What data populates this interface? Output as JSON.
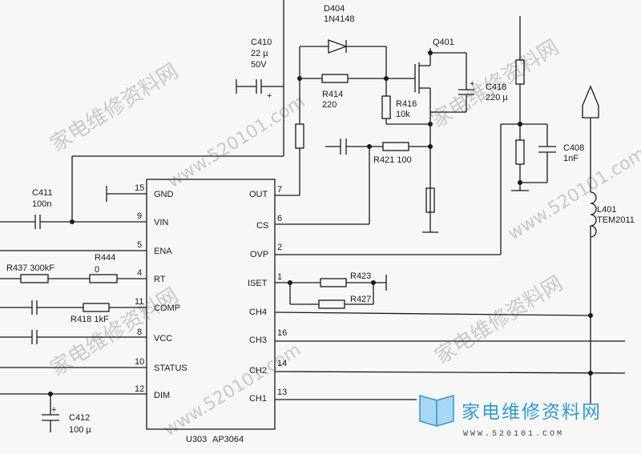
{
  "ic": {
    "ref": "U303",
    "part": "AP3064",
    "left_pins": [
      {
        "name": "GND",
        "num": "15"
      },
      {
        "name": "VIN",
        "num": "9"
      },
      {
        "name": "ENA",
        "num": "5"
      },
      {
        "name": "RT",
        "num": "4"
      },
      {
        "name": "COMP",
        "num": "11"
      },
      {
        "name": "VCC",
        "num": "8"
      },
      {
        "name": "STATUS",
        "num": "10"
      },
      {
        "name": "DIM",
        "num": "12"
      }
    ],
    "right_pins": [
      {
        "name": "OUT",
        "num": "7"
      },
      {
        "name": "CS",
        "num": "6"
      },
      {
        "name": "OVP",
        "num": "2"
      },
      {
        "name": "ISET",
        "num": "1"
      },
      {
        "name": "CH4",
        "num": ""
      },
      {
        "name": "CH3",
        "num": "16"
      },
      {
        "name": "CH2",
        "num": "14"
      },
      {
        "name": "CH1",
        "num": "13"
      }
    ]
  },
  "components": {
    "d404_ref": "D404",
    "d404_val": "1N4148",
    "q401_ref": "Q401",
    "c410_ref": "C410",
    "c410_val1": "22 µ",
    "c410_val2": "50V",
    "r414_ref": "R414",
    "r414_val": "220",
    "r416_ref": "R416",
    "r416_val": "10k",
    "c418_ref": "C418",
    "c418_val": "220 µ",
    "r421": "R421  100",
    "c408_ref": "C408",
    "c408_val": "1nF",
    "l401_ref": "L401",
    "l401_val": "TEM2011",
    "c411_ref": "C411",
    "c411_val": "100n",
    "r437": "R437  300kF",
    "r444_ref": "R444",
    "r444_val": "0",
    "r418": "R418  1kF",
    "r423": "R423",
    "r427": "R427",
    "c412_ref": "C412",
    "c412_val": "100 µ"
  },
  "watermark": {
    "text_cn": "家电维修资料网",
    "url": "www.520101.com"
  },
  "logo": {
    "text": "家电维修资料网",
    "url": "WWW.520101.COM"
  }
}
